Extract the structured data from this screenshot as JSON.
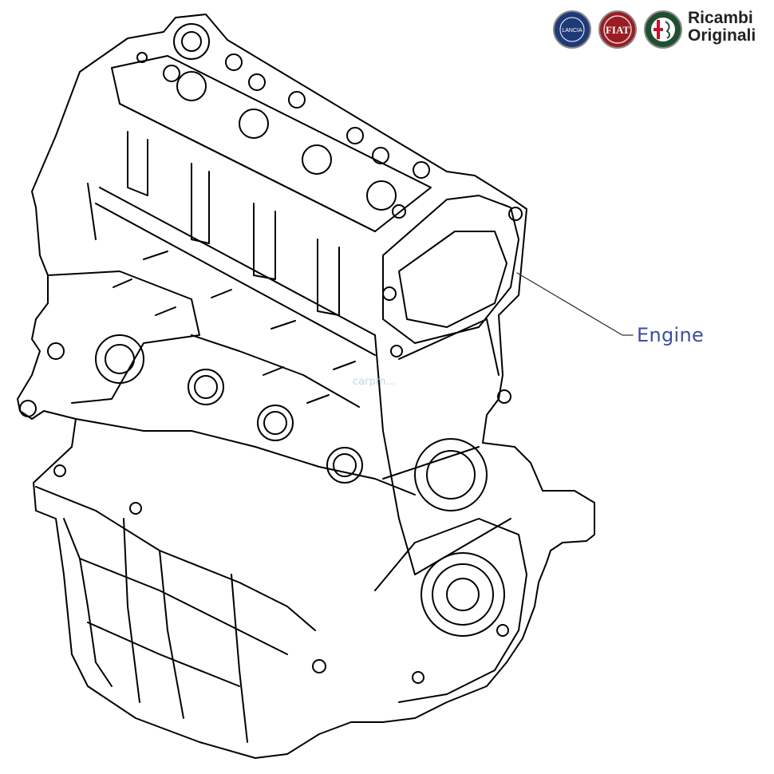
{
  "brand": {
    "line1": "Ricambi",
    "line2": "Originali",
    "logos": [
      {
        "icon": "lancia-logo-icon",
        "text": "LANCIA",
        "color": "#1f3a78"
      },
      {
        "icon": "fiat-logo-icon",
        "text": "FIAT",
        "color": "#9b1c22"
      },
      {
        "icon": "alfa-romeo-logo-icon",
        "text": "ALFA ROMEO",
        "color": "#1f4f2f"
      }
    ]
  },
  "callout": {
    "label": "Engine",
    "color": "#3c4fa0"
  },
  "watermark": {
    "text": "carpm..."
  },
  "drawing": {
    "subject": "engine-block-line-drawing",
    "stroke": "#000000"
  }
}
